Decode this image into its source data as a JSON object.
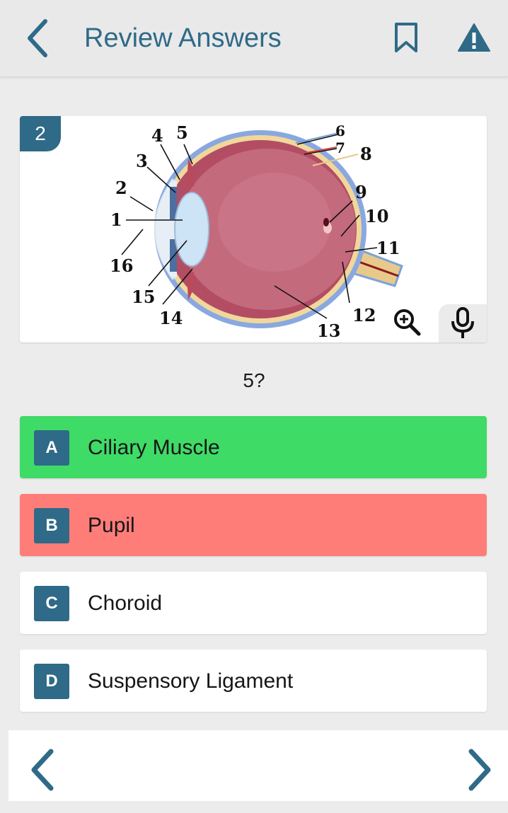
{
  "header": {
    "title": "Review Answers",
    "back_icon": "chevron-left-icon",
    "bookmark_icon": "bookmark-icon",
    "report_icon": "warning-icon"
  },
  "question": {
    "number": "2",
    "text": "5?",
    "diagram_labels": [
      "1",
      "2",
      "3",
      "4",
      "5",
      "6",
      "7",
      "8",
      "9",
      "10",
      "11",
      "12",
      "13",
      "14",
      "15",
      "16"
    ],
    "zoom_icon": "zoom-in-icon",
    "mic_icon": "microphone-icon"
  },
  "options": [
    {
      "letter": "A",
      "text": "Ciliary Muscle",
      "state": "correct"
    },
    {
      "letter": "B",
      "text": "Pupil",
      "state": "wrong"
    },
    {
      "letter": "C",
      "text": "Choroid",
      "state": "neutral"
    },
    {
      "letter": "D",
      "text": "Suspensory Ligament",
      "state": "neutral"
    }
  ],
  "footer": {
    "prev_icon": "chevron-left-icon",
    "next_icon": "chevron-right-icon"
  },
  "colors": {
    "brand": "#2f6a88",
    "correct": "#3fdb67",
    "wrong": "#ff7d79",
    "background": "#ececec"
  }
}
